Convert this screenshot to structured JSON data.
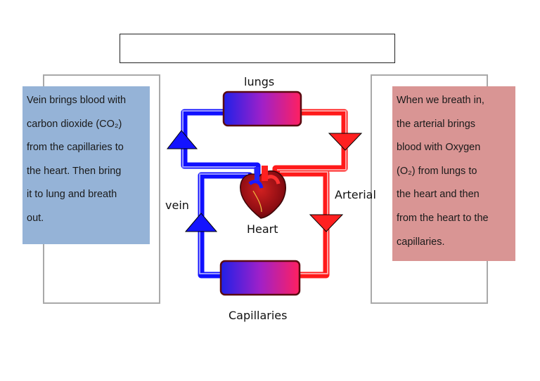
{
  "diagram": {
    "title": "",
    "labels": {
      "lungs": "lungs",
      "heart": "Heart",
      "capillaries": "Capillaries",
      "vein": "vein",
      "arterial": "Arterial"
    },
    "vein_note": [
      "Vein brings blood with",
      "carbon dioxide (CO₂)",
      "from the capillaries to",
      "the heart. Then bring",
      "it to lung and breath",
      "out."
    ],
    "arterial_note": [
      "When we breath in,",
      "the arterial brings",
      "blood with Oxygen",
      "(O₂) from  lungs to",
      "the heart and then",
      "from the heart to the",
      "capillaries."
    ],
    "colors": {
      "vein": "#1010ff",
      "artery": "#ff1a1a",
      "vein_note_bg": "#95b3d7",
      "arterial_note_bg": "#d99594",
      "frame": "#a9a9a9"
    }
  }
}
